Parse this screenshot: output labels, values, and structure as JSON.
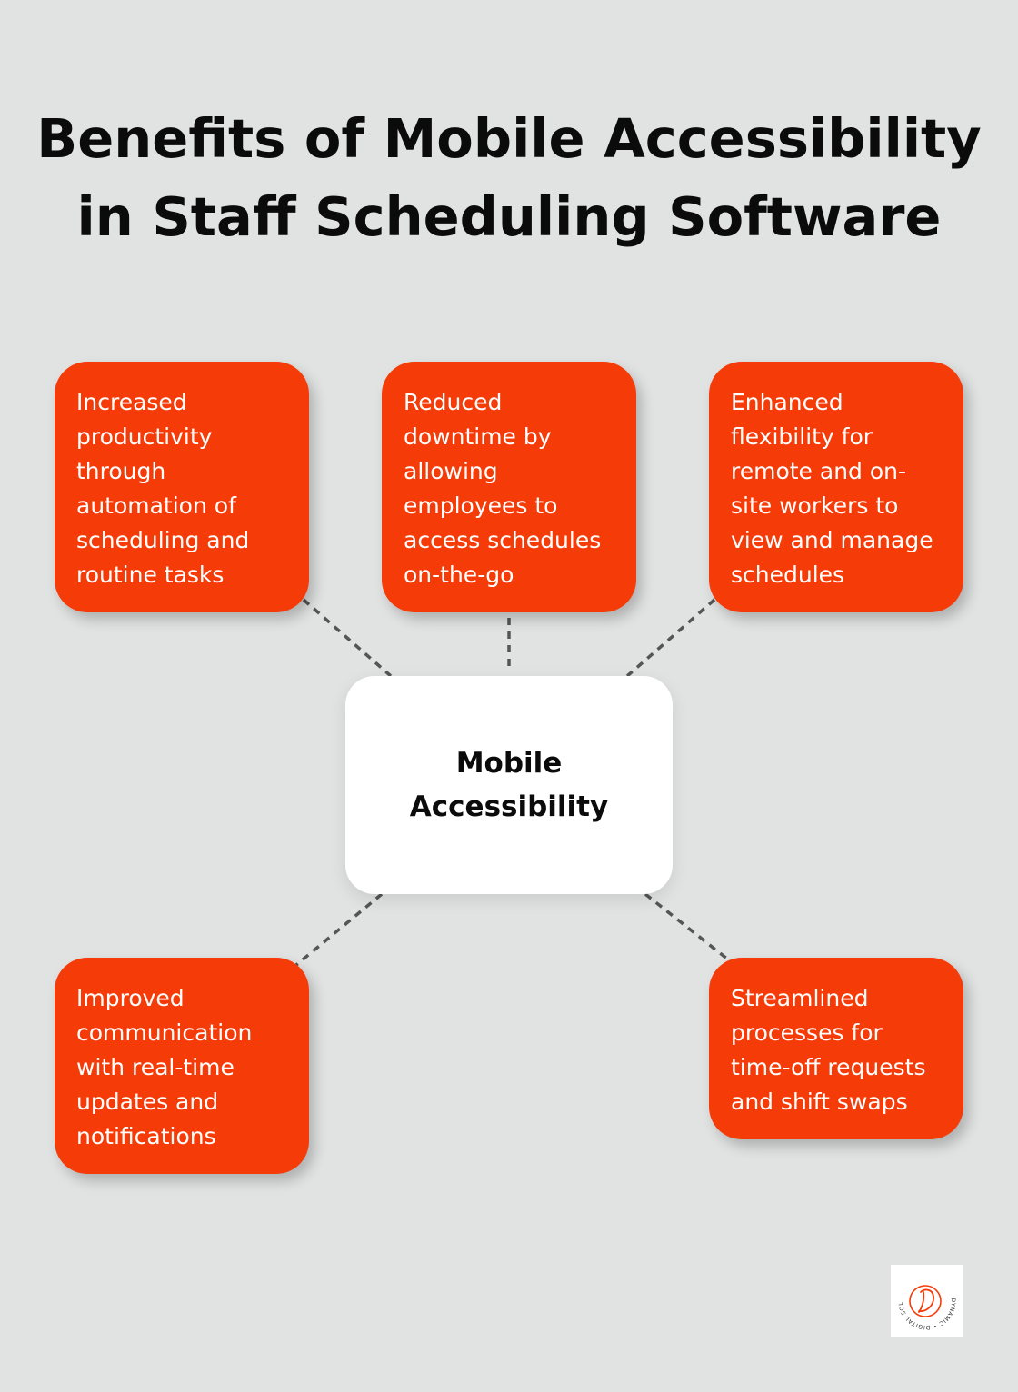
{
  "title": {
    "line1": "Benefits of Mobile Accessibility",
    "line2": "in Staff Scheduling Software"
  },
  "center": {
    "label": "Mobile Accessibility"
  },
  "benefits": [
    {
      "lines": [
        "Increased",
        "productivity",
        "through",
        "automation of",
        "scheduling and",
        "routine tasks"
      ]
    },
    {
      "lines": [
        "Reduced",
        "downtime by",
        "allowing",
        "employees to",
        "access schedules",
        "on-the-go"
      ]
    },
    {
      "lines": [
        "Enhanced",
        "flexibility for",
        "remote and on-",
        "site workers to",
        "view and manage",
        "schedules"
      ]
    },
    {
      "lines": [
        "Improved",
        "communication",
        "with real-time",
        "updates and",
        "notifications"
      ]
    },
    {
      "lines": [
        "Streamlined",
        "processes for",
        "time-off requests",
        "and shift swaps"
      ]
    }
  ],
  "logo": {
    "ring_text": "DYNAMIC • DIGITAL SOLUTIONS",
    "letter": "D",
    "accent": "#f53c08"
  },
  "colors": {
    "background": "#e1e3e3",
    "card": "#f53c08",
    "center": "#ffffff",
    "connector": "#555555"
  }
}
